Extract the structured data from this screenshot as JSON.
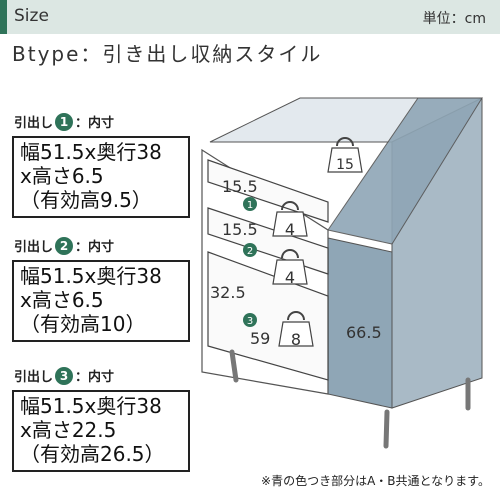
{
  "header": {
    "title": "Size",
    "unit": "単位：cm"
  },
  "subtitle": "Btype：引き出し収納スタイル",
  "drawers": [
    {
      "label_prefix": "引出し",
      "number": "1",
      "label_suffix": "：内寸",
      "line1": "幅51.5x奥行38",
      "line2": "x高さ6.5",
      "line3": "（有効高9.5）"
    },
    {
      "label_prefix": "引出し",
      "number": "2",
      "label_suffix": "：内寸",
      "line1": "幅51.5x奥行38",
      "line2": "x高さ6.5",
      "line3": "（有効高10）"
    },
    {
      "label_prefix": "引出し",
      "number": "3",
      "label_suffix": "：内寸",
      "line1": "幅51.5x奥行38",
      "line2": "x高さ22.5",
      "line3": "（有効高26.5）"
    }
  ],
  "drawing": {
    "top_load": "15",
    "drawer1_height": "15.5",
    "drawer1_load": "4",
    "drawer2_height": "15.5",
    "drawer2_load": "4",
    "drawer3_height": "32.5",
    "drawer3_load": "8",
    "width": "59",
    "cabinet_height": "66.5",
    "markers": [
      "1",
      "2",
      "3"
    ]
  },
  "colors": {
    "accent": "#2f7359",
    "header_bg": "#dce7e3",
    "cabinet": "#8fa6b6"
  },
  "footnote": "※青の色つき部分はA・B共通となります。"
}
